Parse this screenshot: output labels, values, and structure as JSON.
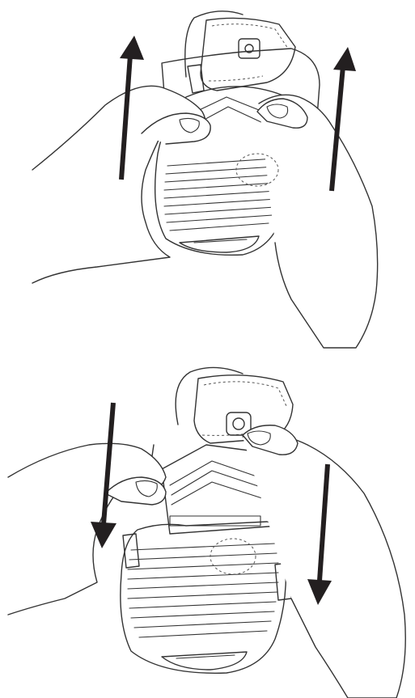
{
  "illustration": {
    "panels": [
      {
        "step": "lift",
        "arrows": [
          "up",
          "up"
        ]
      },
      {
        "step": "lower",
        "arrows": [
          "down",
          "down"
        ]
      }
    ],
    "colors": {
      "line": "#333333",
      "arrow": "#231f20",
      "background": "#ffffff"
    }
  }
}
